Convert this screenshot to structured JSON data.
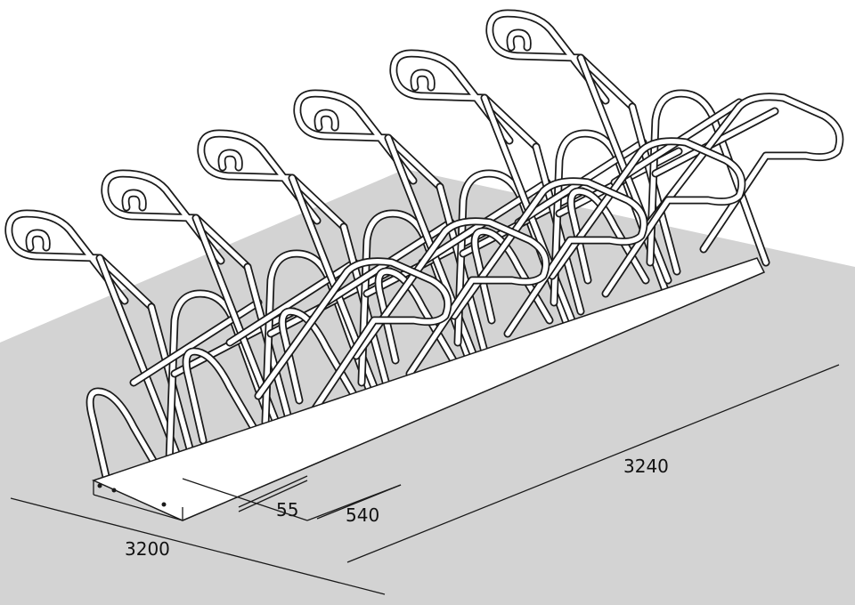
{
  "colors": {
    "background": "#ffffff",
    "floor": "#d3d3d3",
    "line": "#1a1a1a",
    "tube_fill": "#ffffff"
  },
  "dimensions": {
    "gap": "55",
    "spacing": "540",
    "length": "3240",
    "width": "3200"
  }
}
